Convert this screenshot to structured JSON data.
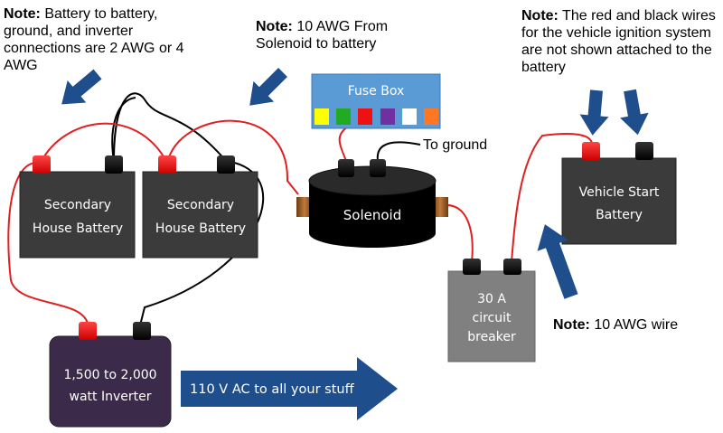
{
  "notes": {
    "note1": {
      "prefix": "Note:",
      "text": " Battery to battery, ground, and inverter connections are 2 AWG or 4 AWG"
    },
    "note2": {
      "prefix": "Note:",
      "text": " 10 AWG From Solenoid to  battery"
    },
    "note3": {
      "prefix": "Note:",
      "text": " The red and black wires for the vehicle ignition system are not shown attached to the battery"
    },
    "note4": {
      "prefix": "Note:",
      "text": " 10 AWG wire"
    }
  },
  "components": {
    "battery1": [
      "Secondary",
      "House Battery"
    ],
    "battery2": [
      "Secondary",
      "House Battery"
    ],
    "start_battery": [
      "Vehicle Start",
      "Battery"
    ],
    "inverter": [
      "1,500 to 2,000",
      "watt Inverter"
    ],
    "solenoid": "Solenoid",
    "fuse_box": "Fuse Box",
    "breaker": [
      "30 A",
      "circuit",
      "breaker"
    ],
    "ground_label": "To ground",
    "ac_arrow": "110 V AC to all your stuff"
  },
  "colors": {
    "battery": "#3b3b3b",
    "inverter": "#3c2a4a",
    "fuse_box": "#5b9bd5",
    "breaker": "#808080",
    "arrow": "#1f4e8c",
    "wire_red": "#e02020",
    "wire_black": "#000000",
    "fuses": [
      "#ffff00",
      "#22aa22",
      "#ee1111",
      "#7030a0",
      "#ffffff",
      "#ff7722"
    ]
  }
}
